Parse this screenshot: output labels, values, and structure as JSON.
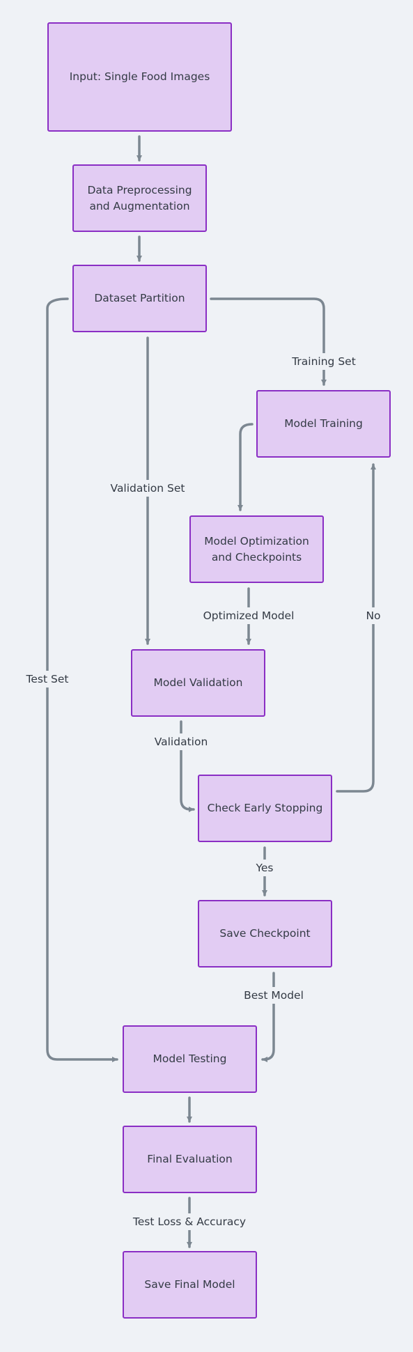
{
  "nodes": {
    "input": "Input: Single Food Images",
    "preprocess": "Data Preprocessing and Augmentation",
    "partition": "Dataset Partition",
    "training": "Model Training",
    "optimization": "Model Optimization and Checkpoints",
    "validation": "Model Validation",
    "early_stopping": "Check Early Stopping",
    "save_checkpoint": "Save Checkpoint",
    "testing": "Model Testing",
    "final_eval": "Final Evaluation",
    "save_final": "Save Final Model"
  },
  "edge_labels": {
    "training_set": "Training Set",
    "validation_set": "Validation Set",
    "test_set": "Test Set",
    "optimized_model": "Optimized Model",
    "validation": "Validation",
    "no": "No",
    "yes": "Yes",
    "best_model": "Best Model",
    "test_loss_accuracy": "Test Loss & Accuracy"
  },
  "colors": {
    "node_fill": "#e2ccf3",
    "node_border": "#8a2ec4",
    "edge": "#7c8791",
    "background": "#eff2f6",
    "text": "#333a44"
  }
}
